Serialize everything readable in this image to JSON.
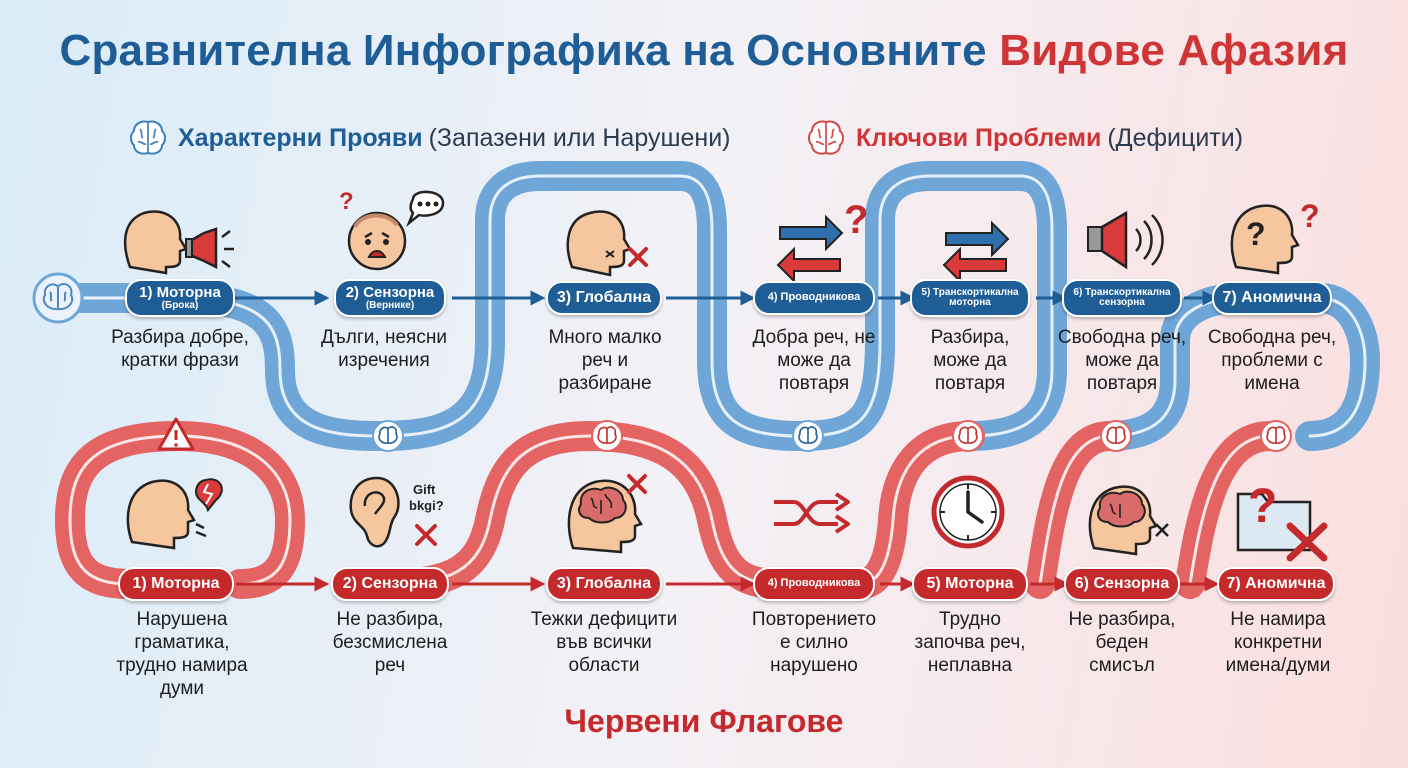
{
  "title": {
    "main": "Сравнителна Инфографика на Основните",
    "accent": "Видове Афазия"
  },
  "legend": {
    "blue": {
      "bold": "Характерни Прояви",
      "rest": "(Запазени или Нарушени)"
    },
    "red": {
      "bold": "Ключови Проблеми",
      "rest": "(Дефицити)"
    }
  },
  "colors": {
    "blue": "#1f5d96",
    "blue_path": "#6fa6d8",
    "red": "#c42a2c",
    "red_path": "#e46464"
  },
  "blue_row": [
    {
      "label": "1) Моторна",
      "sub": "(Брока)",
      "desc": "Разбира добре, кратки фрази",
      "icon": "speaking-head-megaphone-icon"
    },
    {
      "label": "2) Сензорна",
      "sub": "(Верникe)",
      "desc": "Дълги, неясни изречения",
      "icon": "confused-face-speech-bubble-icon"
    },
    {
      "label": "3) Глобална",
      "sub": "",
      "desc": "Много малко реч и разбиране",
      "icon": "head-cross-icon"
    },
    {
      "label": "4) Проводникова",
      "sub": "",
      "desc": "Добра реч, не може да повтаря",
      "icon": "swap-arrows-question-icon"
    },
    {
      "label": "5) Транскортикална",
      "sub": "моторна",
      "desc": "Разбира, може да повтаря",
      "icon": "swap-arrows-icon"
    },
    {
      "label": "6) Транскортикална",
      "sub": "сензорна",
      "desc": "Свободна реч, може да повтаря",
      "icon": "speaker-icon"
    },
    {
      "label": "7) Аномична",
      "sub": "",
      "desc": "Свободна реч, проблеми с имена",
      "icon": "head-question-icon"
    }
  ],
  "red_row": [
    {
      "label": "1) Моторна",
      "desc": "Нарушена граматика, трудно намира думи",
      "icon": "head-broken-speech-icon"
    },
    {
      "label": "2) Сензорна",
      "desc": "Не разбира, безсмислена реч",
      "icon": "ear-cross-icon",
      "ear_text": "Gift bkgi?"
    },
    {
      "label": "3) Глобална",
      "desc": "Тежки дефицити във всички области",
      "icon": "brain-head-cross-icon"
    },
    {
      "label": "4) Проводникова",
      "desc": "Повторението е силно нарушено",
      "icon": "shuffle-arrows-icon"
    },
    {
      "label": "5) Моторна",
      "desc": "Трудно започва реч, неплавна",
      "icon": "clock-icon"
    },
    {
      "label": "6) Сензорна",
      "desc": "Не разбира, беден смисъл",
      "icon": "brain-head-small-cross-icon"
    },
    {
      "label": "7) Аномична",
      "desc": "Не намира конкретни имена/думи",
      "icon": "folder-question-cross-icon"
    }
  ],
  "footer": "Червени Флагове"
}
